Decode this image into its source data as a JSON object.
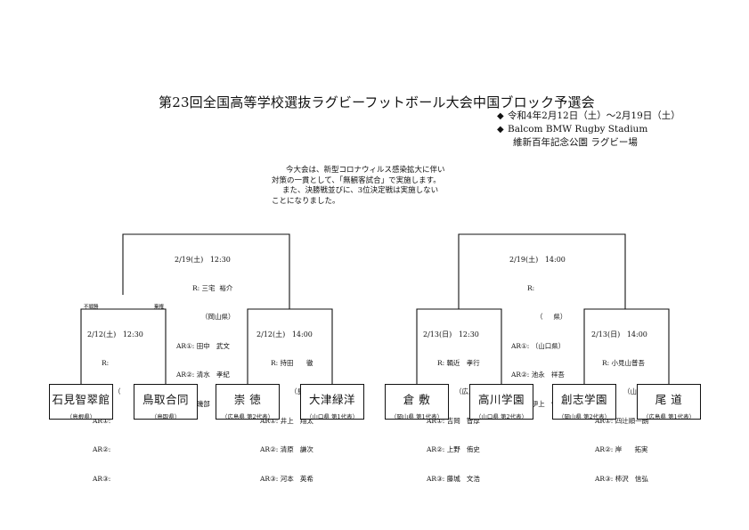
{
  "title": "第23回全国高等学校選抜ラグビーフットボール大会中国ブロック予選会",
  "info": {
    "marker": "◆",
    "dates": "令和4年2月12日（土）～2月19日（土）",
    "venue_en": "Balcom BMW Rugby Stadium",
    "venue_jp": "維新百年記念公園  ラグビー場"
  },
  "notice": [
    "今大会は、新型コロナウィルス感染拡大に伴い",
    "対策の一貫として、「無観客試合」で実施します。",
    "また、決勝戦並びに、3位決定戦は実施しない",
    "ことになりました。"
  ],
  "tags": {
    "forfeit": "不戦勝",
    "withdraw": "棄権"
  },
  "matches": {
    "semi_left": {
      "datetime": "2/19(土)   12:30",
      "lines": [
        "R: 三宅  裕介",
        "（岡山県）",
        "AR①: 田中   武文",
        "AR②: 清水   孝紀",
        "AR③: 磯部   秀治"
      ]
    },
    "semi_right": {
      "datetime": "2/19(土)   14:00",
      "lines": [
        "R:",
        "（     県）",
        "AR①: （山口県）",
        "AR②: 池永   祥吾",
        "AR③: 伊上   慎一"
      ]
    },
    "q1": {
      "datetime": "2/12(土)   12:30",
      "lines": [
        "R:",
        "（          ）",
        "AR①:",
        "AR②:",
        "AR③:"
      ]
    },
    "q2": {
      "datetime": "2/12(土)   14:00",
      "lines": [
        "R: 持田      徹",
        "（島根県）",
        "AR①: 井上   翔太",
        "AR②: 清原   謙次",
        "AR③: 河本   英希"
      ]
    },
    "q3": {
      "datetime": "2/13(日)   12:30",
      "lines": [
        "R: 輌近   孝行",
        "（広島県）",
        "AR①: 吉岡   智厚",
        "AR②: 上野   侑史",
        "AR③: 藤城   文浩"
      ]
    },
    "q4": {
      "datetime": "2/13(日)   14:00",
      "lines": [
        "R: 小見山普吾",
        "（山口県）",
        "AR①: 四辻順一朗",
        "AR②: 岸      拓実",
        "AR③: 柿沢   信弘"
      ]
    }
  },
  "teams": [
    {
      "name": "石見智翠館",
      "sub": "（島根県）"
    },
    {
      "name": "鳥取合同",
      "sub": "（鳥取県）"
    },
    {
      "name": "崇  徳",
      "sub": "（広島県 第2代表）"
    },
    {
      "name": "大津緑洋",
      "sub": "（山口県 第1代表）"
    },
    {
      "name": "倉  敷",
      "sub": "（岡山県 第1代表）"
    },
    {
      "name": "高川学園",
      "sub": "（山口県 第2代表）"
    },
    {
      "name": "創志学園",
      "sub": "（岡山県 第2代表）"
    },
    {
      "name": "尾  道",
      "sub": "（広島県 第1代表）"
    }
  ]
}
